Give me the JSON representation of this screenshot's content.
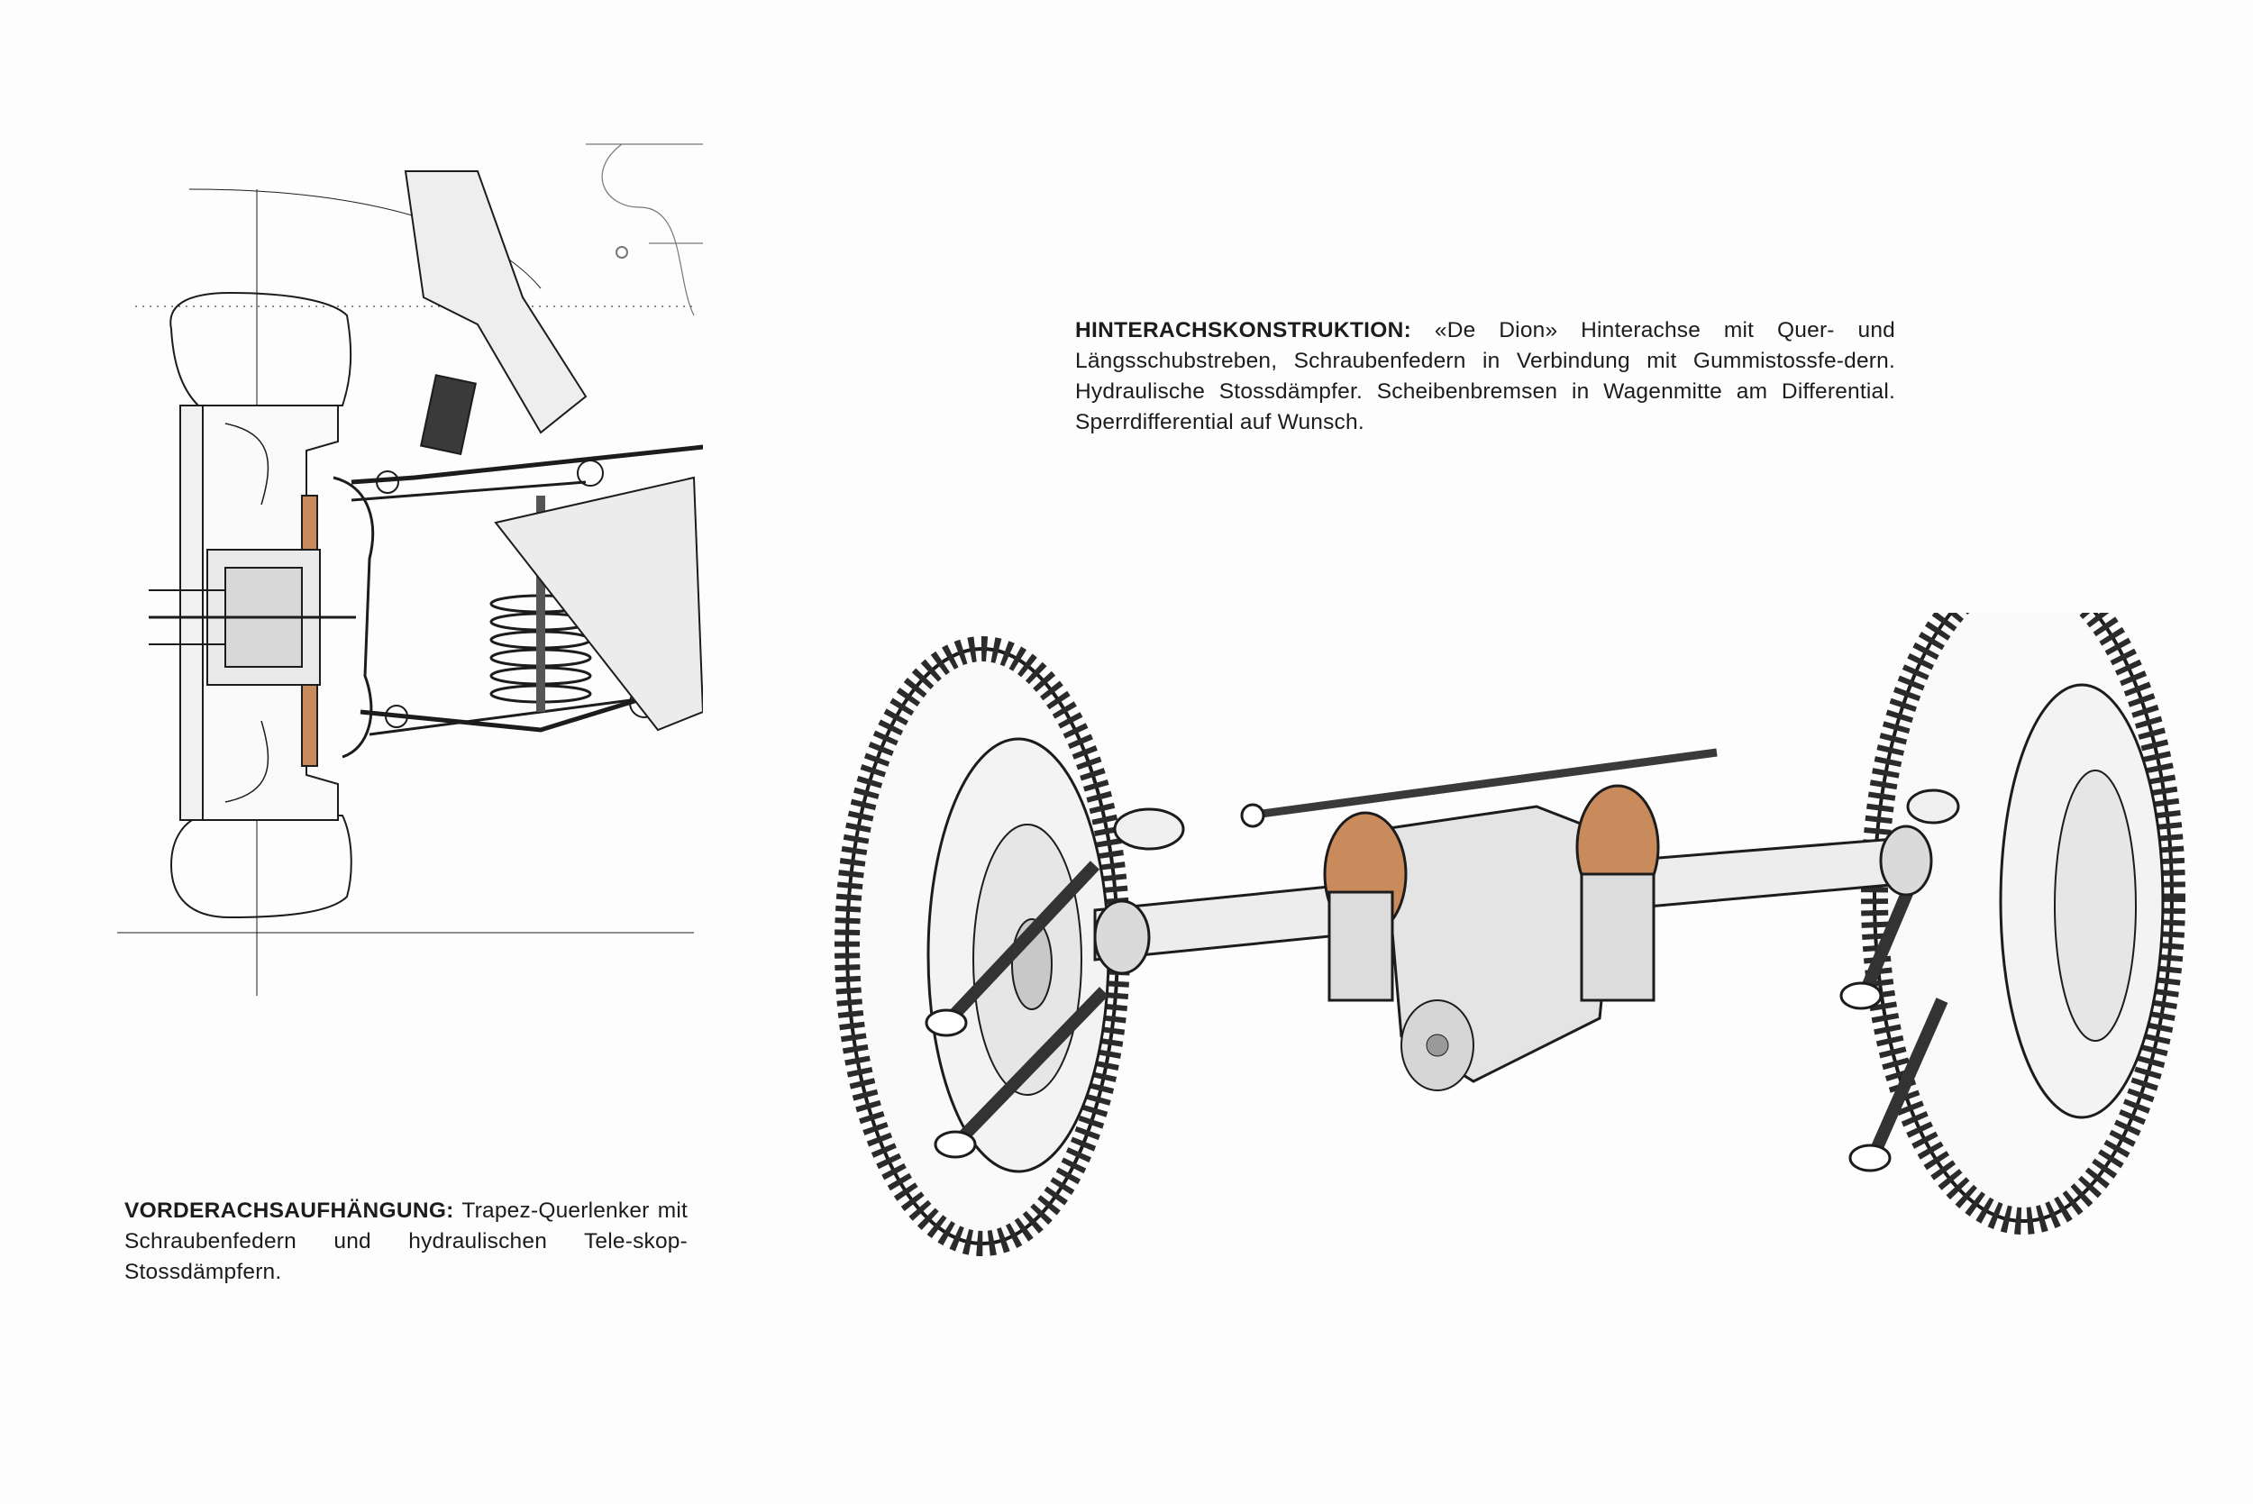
{
  "document": {
    "rear_axle": {
      "heading": "HINTERACHSKONSTRUKTION:",
      "body": " «De Dion» Hinterachse mit Quer- und Längsschubstreben, Schraubenfedern in Verbindung mit Gummistossfe-dern. Hydraulische Stossdämpfer. Scheibenbremsen in Wagenmitte am Differential. Sperrdifferential auf Wunsch."
    },
    "front_axle": {
      "heading": "VORDERACHSAUFHÄNGUNG:",
      "body": " Trapez-Querlenker mit Schraubenfedern und hydraulischen Tele-skop-Stossdämpfern."
    }
  },
  "illustrations": {
    "front": "front-suspension-cutaway-drawing",
    "rear": "de-dion-rear-axle-drawing"
  },
  "colors": {
    "ink": "#1c1c1c",
    "paper": "#fdfdfd",
    "brake_disc": "#c98a5c"
  }
}
